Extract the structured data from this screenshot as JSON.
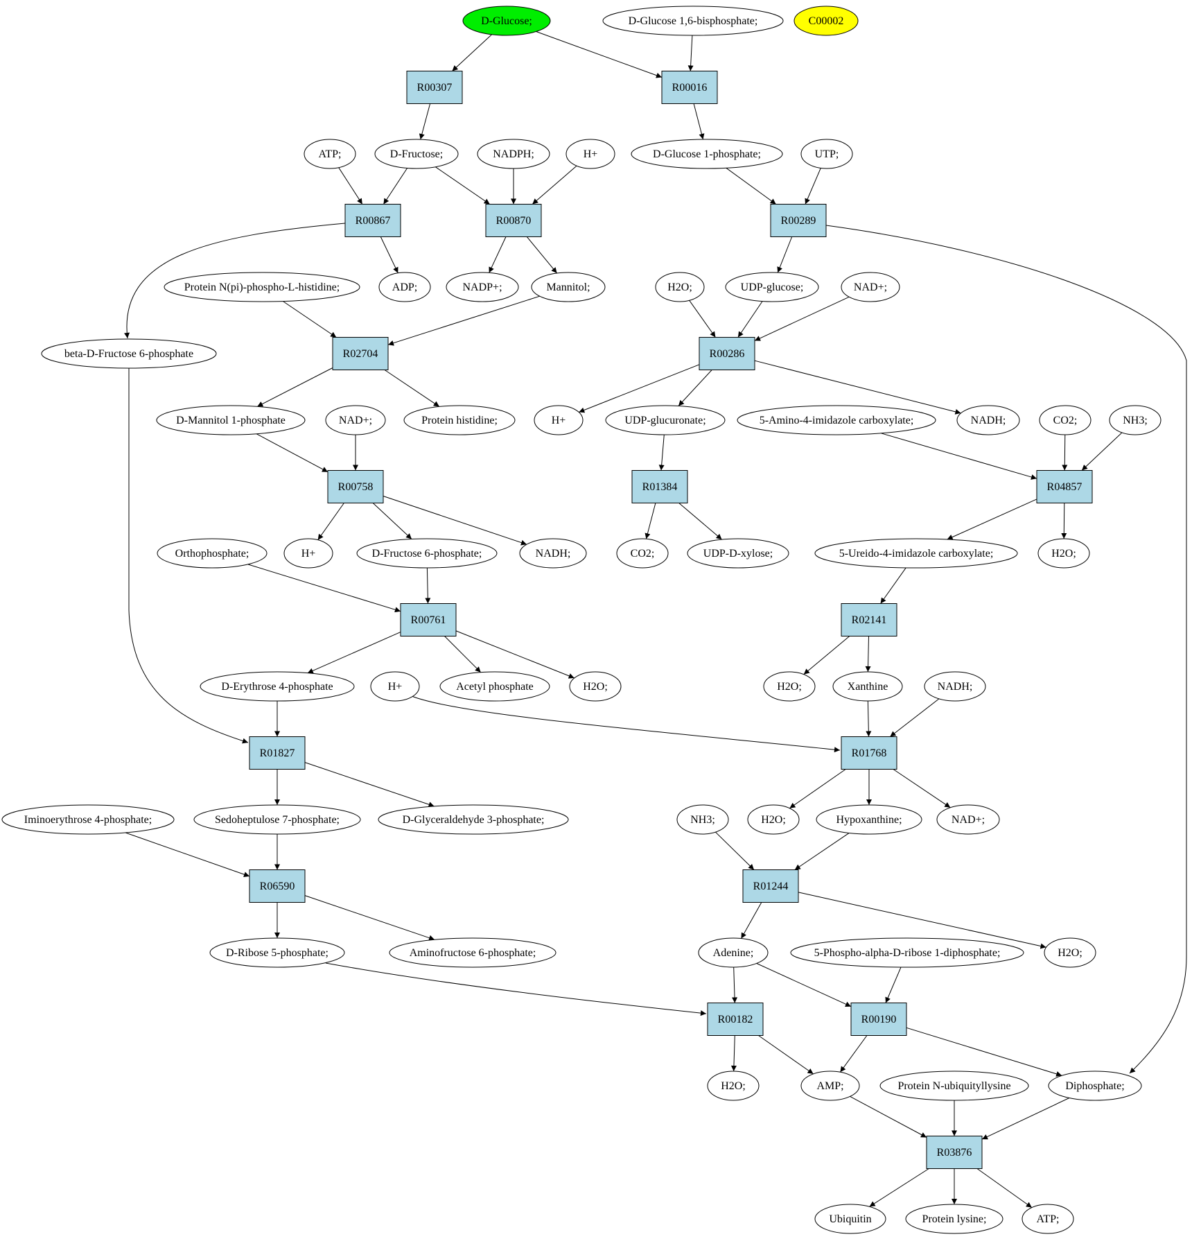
{
  "colors": {
    "reaction_fill": "#add8e6",
    "compound_fill": "#ffffff",
    "start_fill": "#00ee00",
    "highlight_fill": "#ffff00",
    "stroke": "#000000"
  },
  "compounds": [
    {
      "id": "c_dglucose",
      "label": "D-Glucose;",
      "style": "start"
    },
    {
      "id": "c_dglc16bp",
      "label": "D-Glucose 1,6-bisphosphate;"
    },
    {
      "id": "c_c00002",
      "label": "C00002",
      "style": "highlight"
    },
    {
      "id": "c_atp1",
      "label": "ATP;"
    },
    {
      "id": "c_dfructose",
      "label": "D-Fructose;"
    },
    {
      "id": "c_nadph",
      "label": "NADPH;"
    },
    {
      "id": "c_hplus1",
      "label": "H+"
    },
    {
      "id": "c_dglc1p",
      "label": "D-Glucose 1-phosphate;"
    },
    {
      "id": "c_utp",
      "label": "UTP;"
    },
    {
      "id": "c_protnpi",
      "label": "Protein N(pi)-phospho-L-histidine;"
    },
    {
      "id": "c_adp",
      "label": "ADP;"
    },
    {
      "id": "c_nadp",
      "label": "NADP+;"
    },
    {
      "id": "c_mannitol",
      "label": "Mannitol;"
    },
    {
      "id": "c_h2o1",
      "label": "H2O;"
    },
    {
      "id": "c_udpglc",
      "label": "UDP-glucose;"
    },
    {
      "id": "c_nad1",
      "label": "NAD+;"
    },
    {
      "id": "c_bdf6p",
      "label": "beta-D-Fructose 6-phosphate"
    },
    {
      "id": "c_dman1p",
      "label": "D-Mannitol 1-phosphate"
    },
    {
      "id": "c_nad2",
      "label": "NAD+;"
    },
    {
      "id": "c_prothis",
      "label": "Protein histidine;"
    },
    {
      "id": "c_hplus2",
      "label": "H+"
    },
    {
      "id": "c_udpglcur",
      "label": "UDP-glucuronate;"
    },
    {
      "id": "c_aica",
      "label": "5-Amino-4-imidazole carboxylate;"
    },
    {
      "id": "c_nadh1",
      "label": "NADH;"
    },
    {
      "id": "c_co2a",
      "label": "CO2;"
    },
    {
      "id": "c_nh3a",
      "label": "NH3;"
    },
    {
      "id": "c_orthop",
      "label": "Orthophosphate;"
    },
    {
      "id": "c_hplus3",
      "label": "H+"
    },
    {
      "id": "c_df6p",
      "label": "D-Fructose 6-phosphate;"
    },
    {
      "id": "c_nadh2",
      "label": "NADH;"
    },
    {
      "id": "c_co2b",
      "label": "CO2;"
    },
    {
      "id": "c_udpxyl",
      "label": "UDP-D-xylose;"
    },
    {
      "id": "c_ureido",
      "label": "5-Ureido-4-imidazole carboxylate;"
    },
    {
      "id": "c_h2o2",
      "label": "H2O;"
    },
    {
      "id": "c_de4p",
      "label": "D-Erythrose 4-phosphate"
    },
    {
      "id": "c_hplus4",
      "label": "H+"
    },
    {
      "id": "c_acetylp",
      "label": "Acetyl phosphate"
    },
    {
      "id": "c_h2o3",
      "label": "H2O;"
    },
    {
      "id": "c_h2o4",
      "label": "H2O;"
    },
    {
      "id": "c_xanthine",
      "label": "Xanthine"
    },
    {
      "id": "c_nadh3",
      "label": "NADH;"
    },
    {
      "id": "c_imino",
      "label": "Iminoerythrose 4-phosphate;"
    },
    {
      "id": "c_sed7p",
      "label": "Sedoheptulose 7-phosphate;"
    },
    {
      "id": "c_dga3p",
      "label": "D-Glyceraldehyde 3-phosphate;"
    },
    {
      "id": "c_nh3b",
      "label": "NH3;"
    },
    {
      "id": "c_h2o5",
      "label": "H2O;"
    },
    {
      "id": "c_hypox",
      "label": "Hypoxanthine;"
    },
    {
      "id": "c_nad3",
      "label": "NAD+;"
    },
    {
      "id": "c_dr5p",
      "label": "D-Ribose 5-phosphate;"
    },
    {
      "id": "c_aminof6p",
      "label": "Aminofructose 6-phosphate;"
    },
    {
      "id": "c_adenine",
      "label": "Adenine;"
    },
    {
      "id": "c_prpp",
      "label": "5-Phospho-alpha-D-ribose 1-diphosphate;"
    },
    {
      "id": "c_h2o6",
      "label": "H2O;"
    },
    {
      "id": "c_h2o7",
      "label": "H2O;"
    },
    {
      "id": "c_amp",
      "label": "AMP;"
    },
    {
      "id": "c_protubq",
      "label": "Protein N-ubiquityllysine"
    },
    {
      "id": "c_diphos",
      "label": "Diphosphate;"
    },
    {
      "id": "c_ubiq",
      "label": "Ubiquitin"
    },
    {
      "id": "c_protlys",
      "label": "Protein lysine;"
    },
    {
      "id": "c_atp2",
      "label": "ATP;"
    }
  ],
  "reactions": [
    {
      "id": "r_R00307",
      "label": "R00307"
    },
    {
      "id": "r_R00016",
      "label": "R00016"
    },
    {
      "id": "r_R00867",
      "label": "R00867"
    },
    {
      "id": "r_R00870",
      "label": "R00870"
    },
    {
      "id": "r_R00289",
      "label": "R00289"
    },
    {
      "id": "r_R02704",
      "label": "R02704"
    },
    {
      "id": "r_R00286",
      "label": "R00286"
    },
    {
      "id": "r_R00758",
      "label": "R00758"
    },
    {
      "id": "r_R01384",
      "label": "R01384"
    },
    {
      "id": "r_R04857",
      "label": "R04857"
    },
    {
      "id": "r_R00761",
      "label": "R00761"
    },
    {
      "id": "r_R02141",
      "label": "R02141"
    },
    {
      "id": "r_R01827",
      "label": "R01827"
    },
    {
      "id": "r_R01768",
      "label": "R01768"
    },
    {
      "id": "r_R06590",
      "label": "R06590"
    },
    {
      "id": "r_R01244",
      "label": "R01244"
    },
    {
      "id": "r_R00182",
      "label": "R00182"
    },
    {
      "id": "r_R00190",
      "label": "R00190"
    },
    {
      "id": "r_R03876",
      "label": "R03876"
    }
  ],
  "edges": [
    [
      "c_dglucose",
      "r_R00307"
    ],
    [
      "c_dglucose",
      "r_R00016"
    ],
    [
      "c_dglc16bp",
      "r_R00016"
    ],
    [
      "r_R00307",
      "c_dfructose"
    ],
    [
      "r_R00016",
      "c_dglc1p"
    ],
    [
      "c_atp1",
      "r_R00867"
    ],
    [
      "c_dfructose",
      "r_R00867"
    ],
    [
      "c_dfructose",
      "r_R00870"
    ],
    [
      "c_nadph",
      "r_R00870"
    ],
    [
      "c_hplus1",
      "r_R00870"
    ],
    [
      "c_dglc1p",
      "r_R00289"
    ],
    [
      "c_utp",
      "r_R00289"
    ],
    [
      "r_R00867",
      "c_adp"
    ],
    [
      "r_R00867",
      "c_bdf6p"
    ],
    [
      "r_R00870",
      "c_nadp"
    ],
    [
      "r_R00870",
      "c_mannitol"
    ],
    [
      "r_R00289",
      "c_udpglc"
    ],
    [
      "r_R00289",
      "c_diphos"
    ],
    [
      "c_protnpi",
      "r_R02704"
    ],
    [
      "c_mannitol",
      "r_R02704"
    ],
    [
      "r_R02704",
      "c_dman1p"
    ],
    [
      "r_R02704",
      "c_prothis"
    ],
    [
      "c_h2o1",
      "r_R00286"
    ],
    [
      "c_udpglc",
      "r_R00286"
    ],
    [
      "c_nad1",
      "r_R00286"
    ],
    [
      "r_R00286",
      "c_hplus2"
    ],
    [
      "r_R00286",
      "c_udpglcur"
    ],
    [
      "r_R00286",
      "c_nadh1"
    ],
    [
      "c_dman1p",
      "r_R00758"
    ],
    [
      "c_nad2",
      "r_R00758"
    ],
    [
      "r_R00758",
      "c_hplus3"
    ],
    [
      "r_R00758",
      "c_df6p"
    ],
    [
      "r_R00758",
      "c_nadh2"
    ],
    [
      "c_udpglcur",
      "r_R01384"
    ],
    [
      "r_R01384",
      "c_co2b"
    ],
    [
      "r_R01384",
      "c_udpxyl"
    ],
    [
      "c_aica",
      "r_R04857"
    ],
    [
      "c_co2a",
      "r_R04857"
    ],
    [
      "c_nh3a",
      "r_R04857"
    ],
    [
      "r_R04857",
      "c_ureido"
    ],
    [
      "r_R04857",
      "c_h2o2"
    ],
    [
      "c_orthop",
      "r_R00761"
    ],
    [
      "c_df6p",
      "r_R00761"
    ],
    [
      "r_R00761",
      "c_de4p"
    ],
    [
      "r_R00761",
      "c_acetylp"
    ],
    [
      "r_R00761",
      "c_h2o3"
    ],
    [
      "c_ureido",
      "r_R02141"
    ],
    [
      "r_R02141",
      "c_h2o4"
    ],
    [
      "r_R02141",
      "c_xanthine"
    ],
    [
      "c_bdf6p",
      "r_R01827"
    ],
    [
      "c_de4p",
      "r_R01827"
    ],
    [
      "r_R01827",
      "c_sed7p"
    ],
    [
      "r_R01827",
      "c_dga3p"
    ],
    [
      "c_hplus4",
      "r_R01768"
    ],
    [
      "c_xanthine",
      "r_R01768"
    ],
    [
      "c_nadh3",
      "r_R01768"
    ],
    [
      "r_R01768",
      "c_h2o5"
    ],
    [
      "r_R01768",
      "c_hypox"
    ],
    [
      "r_R01768",
      "c_nad3"
    ],
    [
      "c_imino",
      "r_R06590"
    ],
    [
      "c_sed7p",
      "r_R06590"
    ],
    [
      "r_R06590",
      "c_dr5p"
    ],
    [
      "r_R06590",
      "c_aminof6p"
    ],
    [
      "c_nh3b",
      "r_R01244"
    ],
    [
      "c_hypox",
      "r_R01244"
    ],
    [
      "r_R01244",
      "c_adenine"
    ],
    [
      "r_R01244",
      "c_h2o6"
    ],
    [
      "c_dr5p",
      "r_R00182"
    ],
    [
      "c_adenine",
      "r_R00182"
    ],
    [
      "c_adenine",
      "r_R00190"
    ],
    [
      "c_prpp",
      "r_R00190"
    ],
    [
      "r_R00182",
      "c_h2o7"
    ],
    [
      "r_R00182",
      "c_amp"
    ],
    [
      "r_R00190",
      "c_amp"
    ],
    [
      "r_R00190",
      "c_diphos"
    ],
    [
      "c_amp",
      "r_R03876"
    ],
    [
      "c_protubq",
      "r_R03876"
    ],
    [
      "c_diphos",
      "r_R03876"
    ],
    [
      "r_R03876",
      "c_ubiq"
    ],
    [
      "r_R03876",
      "c_protlys"
    ],
    [
      "r_R03876",
      "c_atp2"
    ]
  ]
}
